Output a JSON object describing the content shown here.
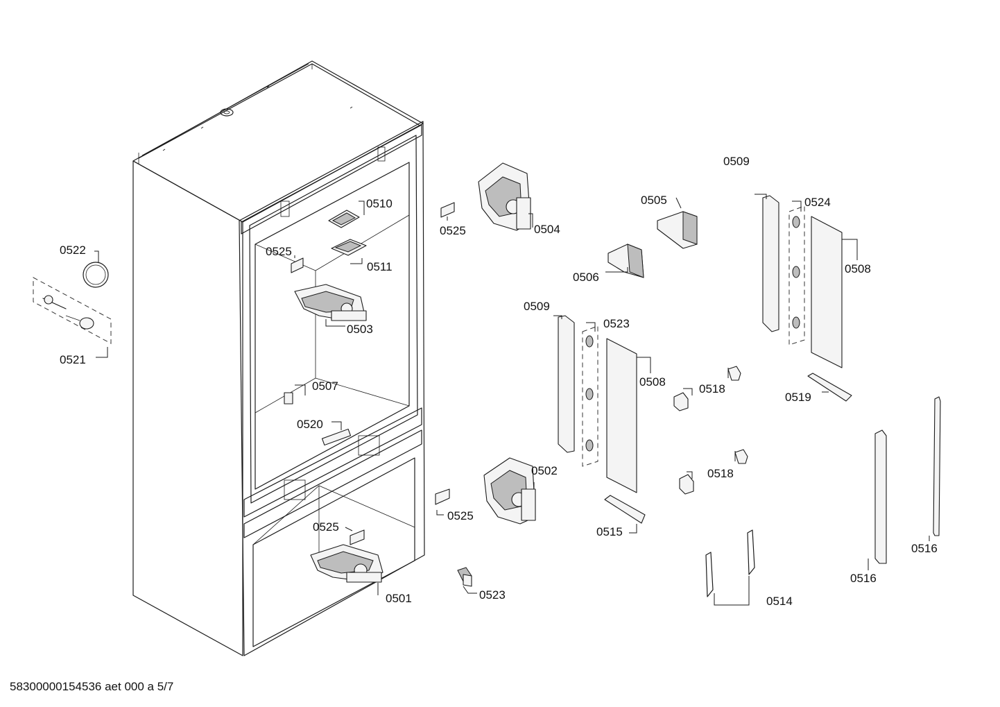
{
  "footer": "58300000154536 aet 000 a 5/7",
  "parts": [
    {
      "id": "p0501",
      "label": "0501"
    },
    {
      "id": "p0502",
      "label": "0502"
    },
    {
      "id": "p0503",
      "label": "0503"
    },
    {
      "id": "p0504",
      "label": "0504"
    },
    {
      "id": "p0505",
      "label": "0505"
    },
    {
      "id": "p0506",
      "label": "0506"
    },
    {
      "id": "p0507",
      "label": "0507"
    },
    {
      "id": "p0508a",
      "label": "0508"
    },
    {
      "id": "p0508b",
      "label": "0508"
    },
    {
      "id": "p0509a",
      "label": "0509"
    },
    {
      "id": "p0509b",
      "label": "0509"
    },
    {
      "id": "p0510",
      "label": "0510"
    },
    {
      "id": "p0511",
      "label": "0511"
    },
    {
      "id": "p0514",
      "label": "0514"
    },
    {
      "id": "p0515",
      "label": "0515"
    },
    {
      "id": "p0516a",
      "label": "0516"
    },
    {
      "id": "p0516b",
      "label": "0516"
    },
    {
      "id": "p0518a",
      "label": "0518"
    },
    {
      "id": "p0518b",
      "label": "0518"
    },
    {
      "id": "p0519",
      "label": "0519"
    },
    {
      "id": "p0520",
      "label": "0520"
    },
    {
      "id": "p0521",
      "label": "0521"
    },
    {
      "id": "p0522",
      "label": "0522"
    },
    {
      "id": "p0523a",
      "label": "0523"
    },
    {
      "id": "p0523b",
      "label": "0523"
    },
    {
      "id": "p0524",
      "label": "0524"
    },
    {
      "id": "p0525a",
      "label": "0525"
    },
    {
      "id": "p0525b",
      "label": "0525"
    },
    {
      "id": "p0525c",
      "label": "0525"
    },
    {
      "id": "p0525d",
      "label": "0525"
    }
  ]
}
